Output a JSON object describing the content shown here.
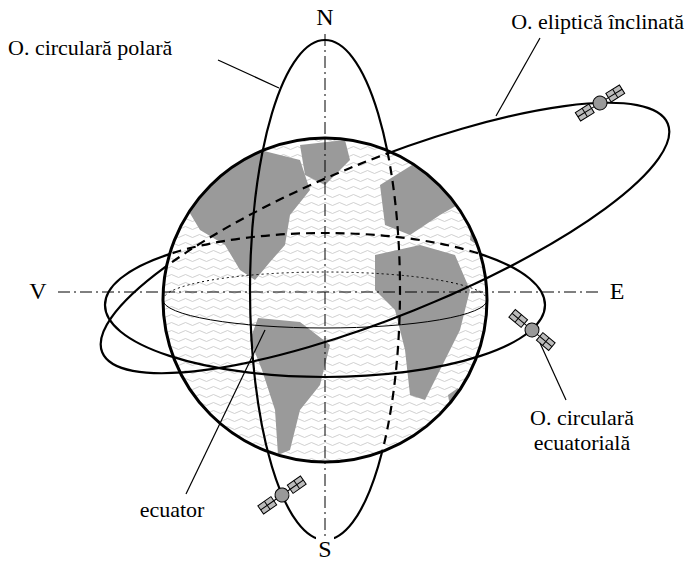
{
  "diagram": {
    "labels": [
      "N",
      "O. circulară polară",
      "O. eliptică înclinată",
      "V",
      "E",
      "O. circulară ecuatorială",
      "ecuator",
      "S"
    ]
  }
}
